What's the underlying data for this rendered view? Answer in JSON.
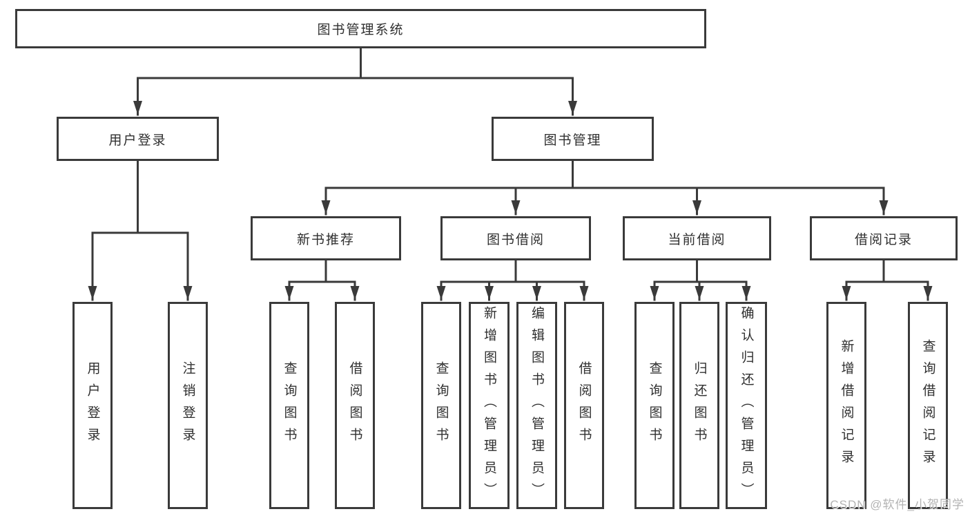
{
  "colors": {
    "line": "#3a3a3a",
    "box_border": "#3a3a3a",
    "text": "#2f2f2f",
    "watermark": "#a6a6a6",
    "background": "#ffffff"
  },
  "diagram": {
    "type": "tree",
    "root": {
      "label": "图书管理系统"
    },
    "level2": [
      {
        "label": "用户登录"
      },
      {
        "label": "图书管理"
      }
    ],
    "level3": [
      {
        "label": "新书推荐",
        "parent": "图书管理"
      },
      {
        "label": "图书借阅",
        "parent": "图书管理"
      },
      {
        "label": "当前借阅",
        "parent": "图书管理"
      },
      {
        "label": "借阅记录",
        "parent": "图书管理"
      }
    ],
    "leaves": [
      {
        "label": "用户登录",
        "parent": "用户登录"
      },
      {
        "label": "注销登录",
        "parent": "用户登录"
      },
      {
        "label": "查询图书",
        "parent": "新书推荐"
      },
      {
        "label": "借阅图书",
        "parent": "新书推荐"
      },
      {
        "label": "查询图书",
        "parent": "图书借阅"
      },
      {
        "label": "新增图书（管理员）",
        "parent": "图书借阅"
      },
      {
        "label": "编辑图书（管理员）",
        "parent": "图书借阅"
      },
      {
        "label": "借阅图书",
        "parent": "图书借阅"
      },
      {
        "label": "查询图书",
        "parent": "当前借阅"
      },
      {
        "label": "归还图书",
        "parent": "当前借阅"
      },
      {
        "label": "确认归还（管理员）",
        "parent": "当前借阅"
      },
      {
        "label": "新增借阅记录",
        "parent": "借阅记录"
      },
      {
        "label": "查询借阅记录",
        "parent": "借阅记录"
      }
    ]
  },
  "watermark": {
    "text": "CSDN @软件_小贺同学"
  }
}
